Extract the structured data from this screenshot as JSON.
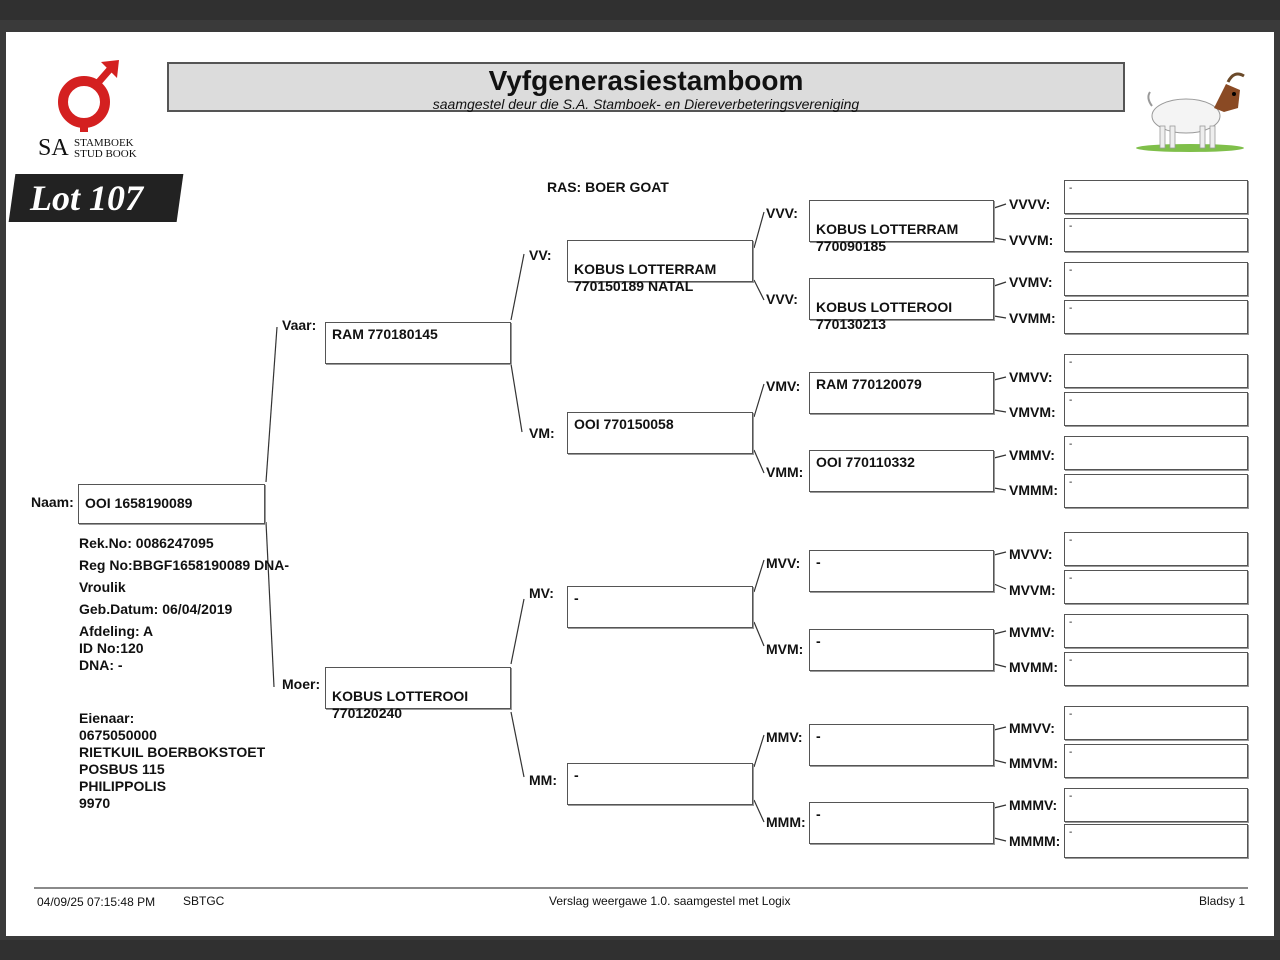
{
  "logo": {
    "sa": "SA",
    "line1": "STAMBOEK",
    "line2": "STUD BOOK"
  },
  "header": {
    "title": "Vyfgenerasiestamboom",
    "subtitle": "saamgestel deur die S.A. Stamboek- en Diereverbeteringsvereniging"
  },
  "lot": "Lot 107",
  "breed": "RAS: BOER GOAT",
  "animal": {
    "label": "Naam:",
    "name": "OOI 1658190089",
    "rek_no": "Rek.No: 0086247095",
    "reg_no": "Reg No:BBGF1658190089 DNA-",
    "sex": "Vroulik",
    "birth": "Geb.Datum: 06/04/2019",
    "section": "Afdeling: A",
    "id_no": "ID No:120",
    "dna": "DNA: -"
  },
  "owner": {
    "label": "Eienaar:",
    "number": "0675050000",
    "name": "RIETKUIL BOERBOKSTOET",
    "address1": "POSBUS 115",
    "address2": "PHILIPPOLIS",
    "code": "9970"
  },
  "gen1": {
    "vaar": {
      "label": "Vaar:",
      "name": "RAM 770180145"
    },
    "moer": {
      "label": "Moer:",
      "name": "KOBUS LOTTEROOI\n770120240"
    }
  },
  "gen2": {
    "vv": {
      "label": "VV:",
      "name": "KOBUS LOTTERRAM\n770150189 NATAL"
    },
    "vm": {
      "label": "VM:",
      "name": "OOI 770150058"
    },
    "mv": {
      "label": "MV:",
      "name": "-"
    },
    "mm": {
      "label": "MM:",
      "name": "-"
    }
  },
  "gen3": {
    "vvv": {
      "label": "VVV:",
      "name": "KOBUS LOTTERRAM\n770090185"
    },
    "vvm": {
      "label": "VVV:",
      "name": "KOBUS LOTTEROOI\n770130213"
    },
    "vmv": {
      "label": "VMV:",
      "name": "RAM 770120079"
    },
    "vmm": {
      "label": "VMM:",
      "name": "OOI 770110332"
    },
    "mvv": {
      "label": "MVV:",
      "name": "-"
    },
    "mvm": {
      "label": "MVM:",
      "name": "-"
    },
    "mmv": {
      "label": "MMV:",
      "name": "-"
    },
    "mmm": {
      "label": "MMM:",
      "name": "-"
    }
  },
  "gen4": [
    {
      "label": "VVVV:",
      "value": "-"
    },
    {
      "label": "VVVM:",
      "value": "-"
    },
    {
      "label": "VVMV:",
      "value": "-"
    },
    {
      "label": "VVMM:",
      "value": "-"
    },
    {
      "label": "VMVV:",
      "value": "-"
    },
    {
      "label": "VMVM:",
      "value": "-"
    },
    {
      "label": "VMMV:",
      "value": "-"
    },
    {
      "label": "VMMM:",
      "value": "-"
    },
    {
      "label": "MVVV:",
      "value": "-"
    },
    {
      "label": "MVVM:",
      "value": "-"
    },
    {
      "label": "MVMV:",
      "value": "-"
    },
    {
      "label": "MVMM:",
      "value": "-"
    },
    {
      "label": "MMVV:",
      "value": "-"
    },
    {
      "label": "MMVM:",
      "value": "-"
    },
    {
      "label": "MMMV:",
      "value": "-"
    },
    {
      "label": "MMMM:",
      "value": "-"
    }
  ],
  "footer": {
    "datetime": "04/09/25 07:15:48 PM",
    "code": "SBTGC",
    "version": "Verslag weergawe 1.0. saamgestel met Logix",
    "page": "Bladsy 1"
  }
}
